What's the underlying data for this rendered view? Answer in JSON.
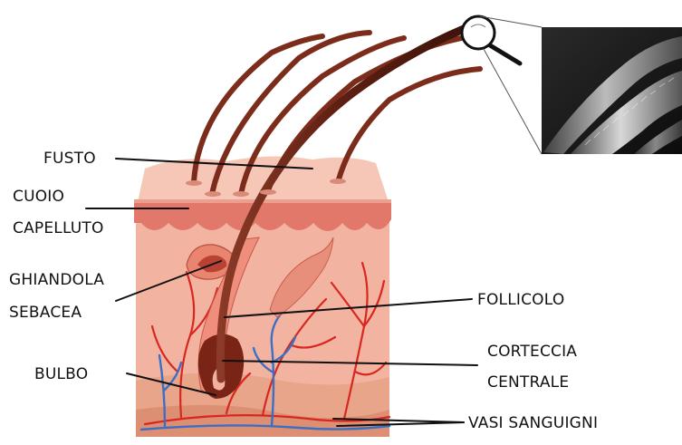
{
  "labels": {
    "fusto": "FUSTO",
    "cuoio_line1": "CUOIO",
    "cuoio_line2": "CAPELLUTO",
    "ghiandola_line1": "GHIANDOLA",
    "ghiandola_line2": "SEBACEA",
    "bulbo": "BULBO",
    "follicolo": "FOLLICOLO",
    "corteccia_line1": "CORTECCIA",
    "corteccia_line2": "CENTRALE",
    "vasi": "VASI SANGUIGNI"
  },
  "colors": {
    "skin_top": "#f2b9a6",
    "dermis": "#f0a996",
    "epidermis": "#e2786a",
    "hair": "#6b2415",
    "vessel_red": "#d9271f",
    "vessel_blue": "#3a6fc4",
    "fat": "#e9a58a"
  },
  "icons": {
    "magnifier": "magnifier-icon",
    "micrograph": "hair-micrograph"
  }
}
